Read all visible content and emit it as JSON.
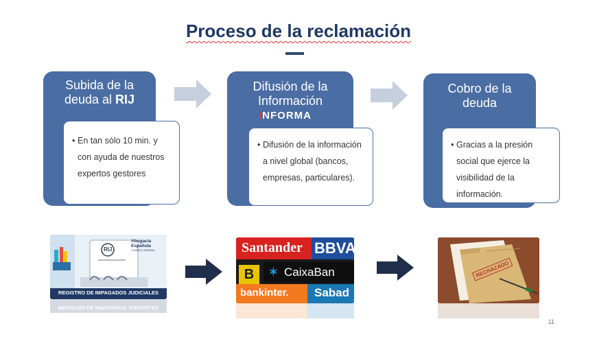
{
  "slide": {
    "title": "Proceso de la reclamación",
    "page_number": "11"
  },
  "stages": [
    {
      "title_line1": "Subida de la",
      "title_line2_prefix": "deuda al ",
      "title_line2_bold": "RIJ",
      "card_text": "En tan sólo 10 min. y con ayuda de nuestros expertos gestores"
    },
    {
      "title_line1": "Difusión de la",
      "title_line2": "Información",
      "logo_text_first": "I",
      "logo_text_rest": "NFORMA",
      "card_text": "Difusión de la información a nivel global (bancos, empresas, particulares)."
    },
    {
      "title_line1": "Cobro de la",
      "title_line2": "deuda",
      "card_text": "Gracias a la presión social que ejerce la visibilidad de la información."
    }
  ],
  "images": {
    "rij": {
      "logo_label": "RIJ",
      "brand_line1": "Abogacía",
      "brand_line2": "Española",
      "brand_line3": "CONSEJO GENERAL",
      "caption": "REGISTRO DE IMPAGADOS JUDICIALES"
    },
    "banks": {
      "santander": "Santander",
      "bbva": "BBVA",
      "caixabank": "CaixaBan",
      "bankinter": "bankinter.",
      "sabadell": "Sabad"
    },
    "folder": {
      "stamp": "RECHAZADO"
    }
  },
  "colors": {
    "title": "#1f3864",
    "stage_bg": "#4a6da3",
    "light_arrow": "#c5cfdd",
    "dark_arrow": "#1f2f4a"
  }
}
